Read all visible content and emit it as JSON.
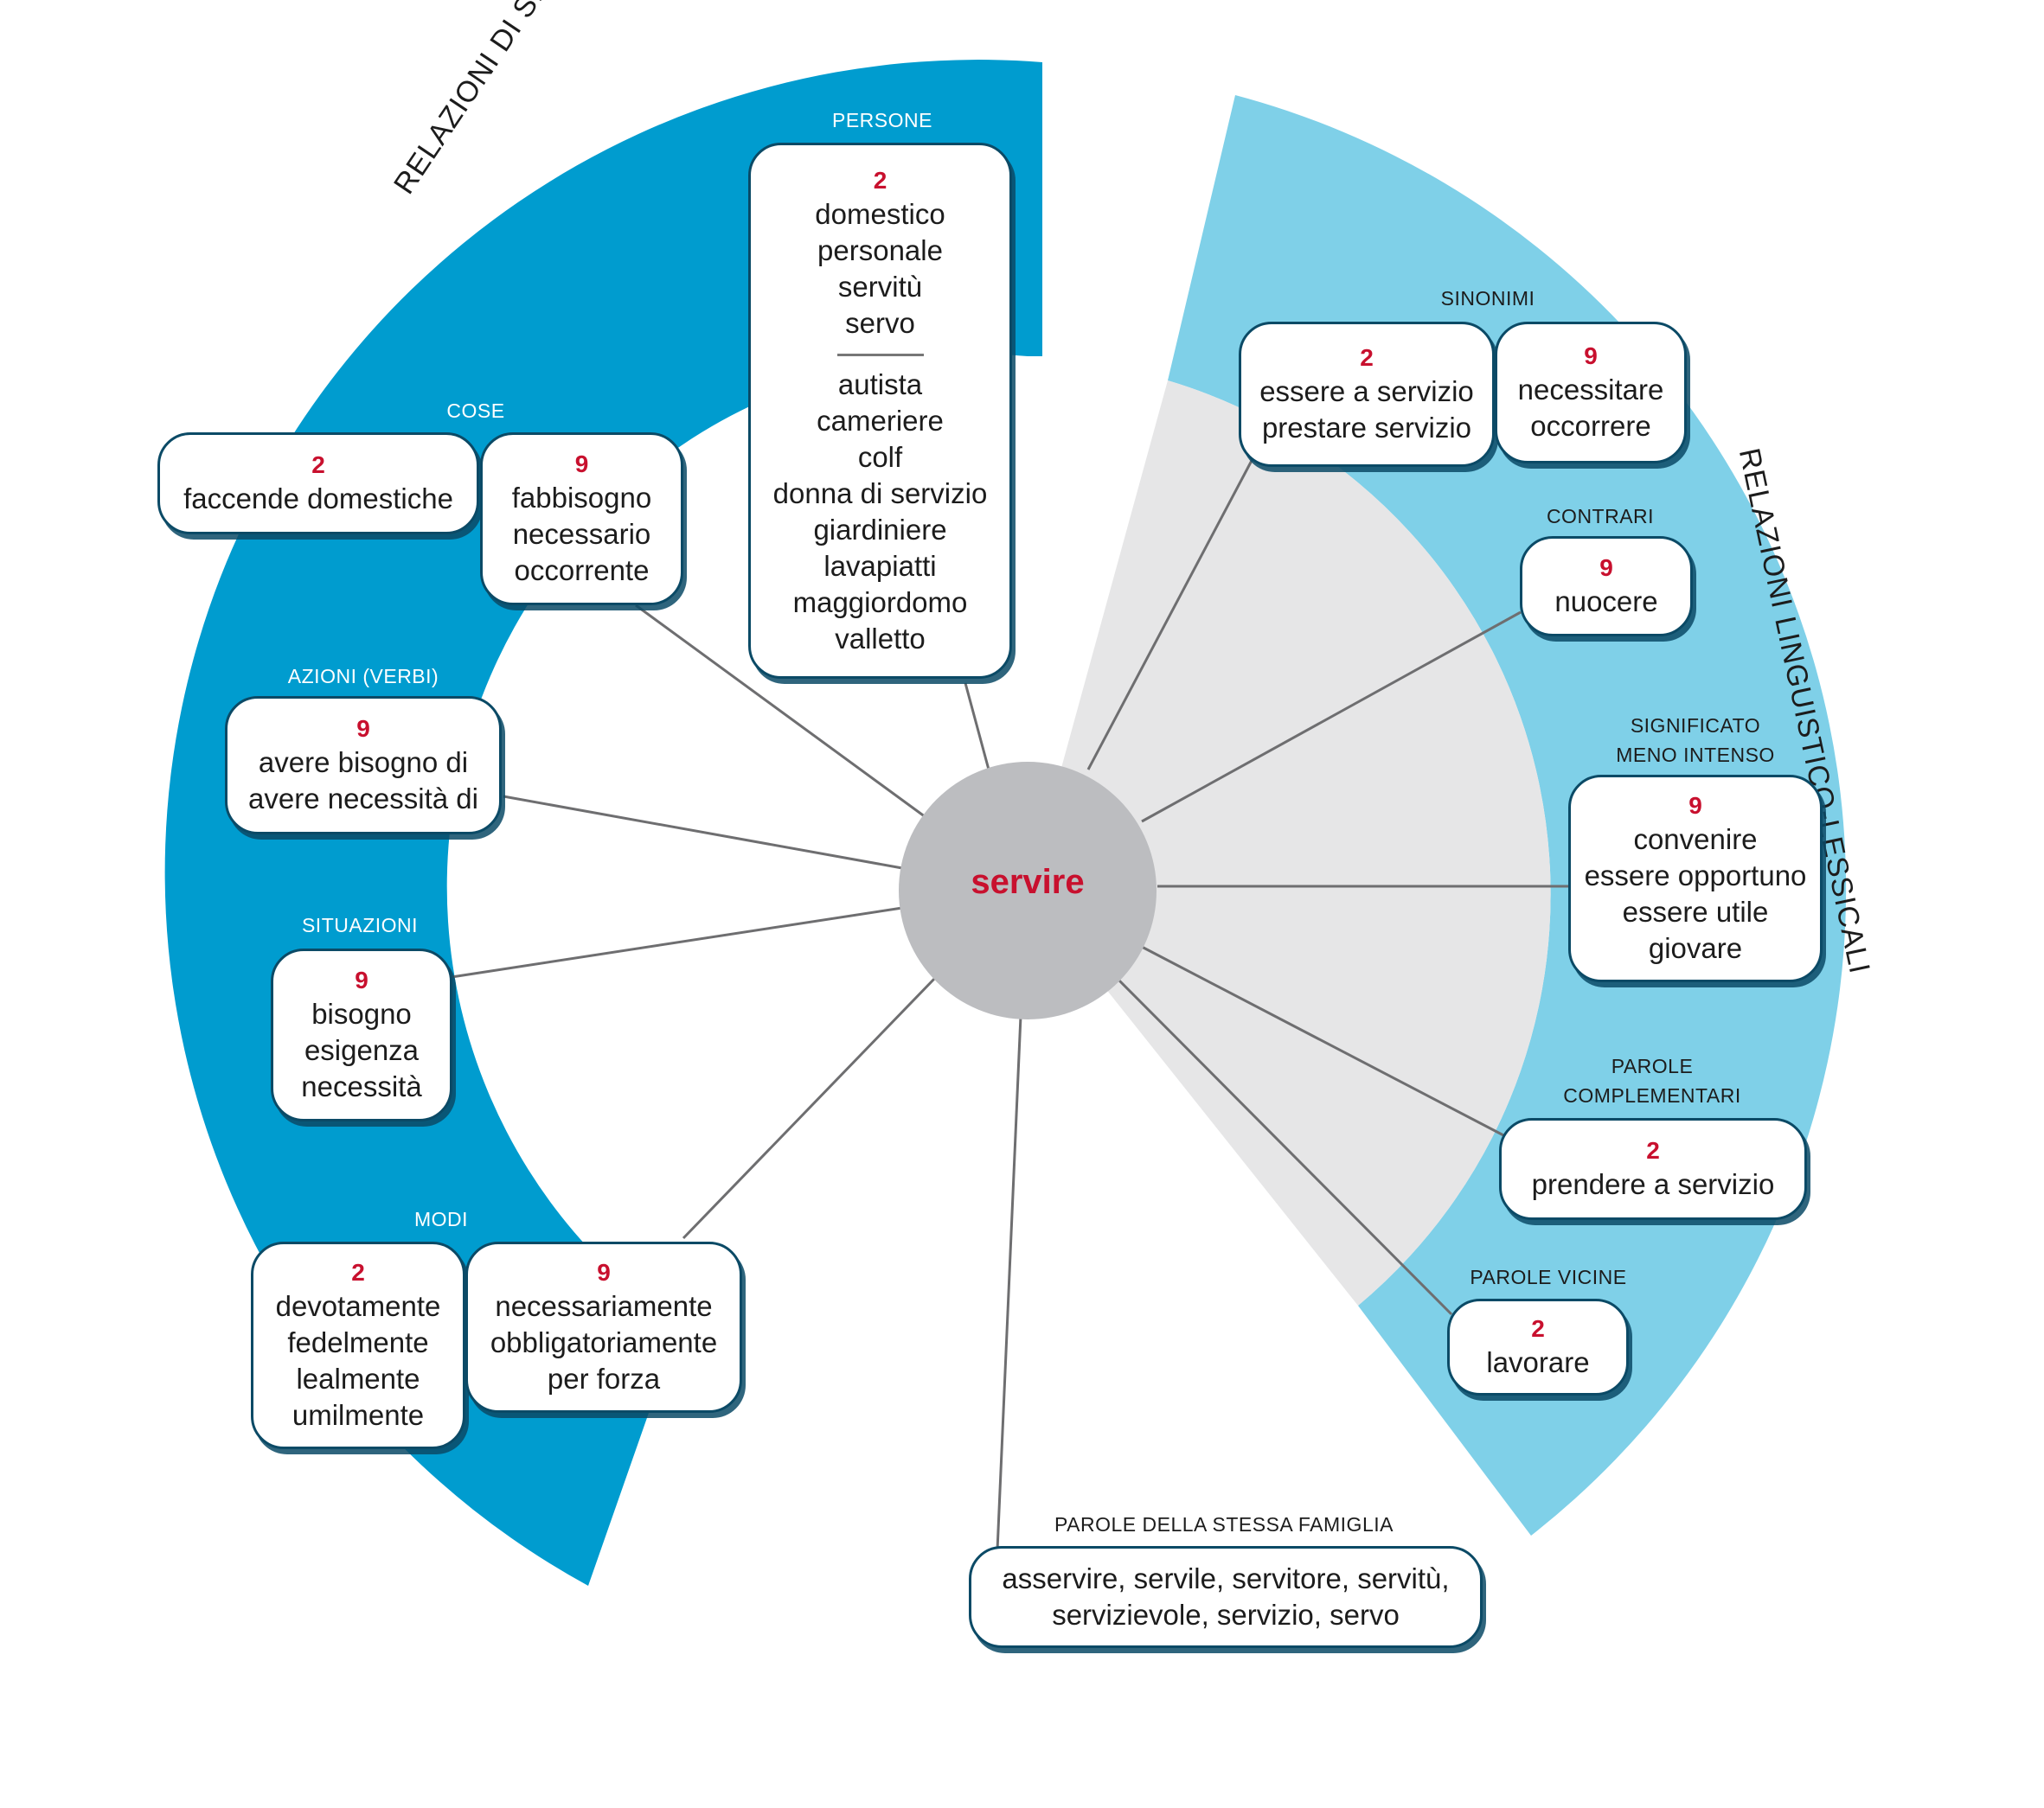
{
  "center": {
    "label": "servire"
  },
  "titles": {
    "left": "RELAZIONI DI SIGNIFICATO",
    "right": "RELAZIONI LINGUISTICO-LESSICALI"
  },
  "colors": {
    "dark_blue": "#009ccf",
    "light_blue": "#7fd0e8",
    "grey_sector": "#e6e6e7",
    "center_circle": "#bcbdc0",
    "accent_red": "#c8102e",
    "box_border": "#0b4a66"
  },
  "categories": {
    "persone": "PERSONE",
    "cose": "COSE",
    "azioni": "AZIONI (VERBI)",
    "situazioni": "SITUAZIONI",
    "modi": "MODI",
    "sinonimi": "SINONIMI",
    "contrari": "CONTRARI",
    "meno_intenso": [
      "SIGNIFICATO",
      "MENO INTENSO"
    ],
    "complementari": [
      "PAROLE",
      "COMPLEMENTARI"
    ],
    "vicine": "PAROLE VICINE",
    "famiglia": "PAROLE DELLA STESSA FAMIGLIA"
  },
  "boxes": {
    "persone": {
      "num": "2",
      "words_a": [
        "domestico",
        "personale",
        "servitù",
        "servo"
      ],
      "words_b": [
        "autista",
        "cameriere",
        "colf",
        "donna di servizio",
        "giardiniere",
        "lavapiatti",
        "maggiordomo",
        "valletto"
      ]
    },
    "cose_2": {
      "num": "2",
      "words": [
        "faccende domestiche"
      ]
    },
    "cose_9": {
      "num": "9",
      "words": [
        "fabbisogno",
        "necessario",
        "occorrente"
      ]
    },
    "azioni_9": {
      "num": "9",
      "words": [
        "avere bisogno di",
        "avere necessità di"
      ]
    },
    "situazioni_9": {
      "num": "9",
      "words": [
        "bisogno",
        "esigenza",
        "necessità"
      ]
    },
    "modi_2": {
      "num": "2",
      "words": [
        "devotamente",
        "fedelmente",
        "lealmente",
        "umilmente"
      ]
    },
    "modi_9": {
      "num": "9",
      "words": [
        "necessariamente",
        "obbligatoriamente",
        "per forza"
      ]
    },
    "sinonimi_2": {
      "num": "2",
      "words": [
        "essere a servizio",
        "prestare servizio"
      ]
    },
    "sinonimi_9": {
      "num": "9",
      "words": [
        "necessitare",
        "occorrere"
      ]
    },
    "contrari_9": {
      "num": "9",
      "words": [
        "nuocere"
      ]
    },
    "meno_intenso_9": {
      "num": "9",
      "words": [
        "convenire",
        "essere opportuno",
        "essere utile",
        "giovare"
      ]
    },
    "complementari_2": {
      "num": "2",
      "words": [
        "prendere a servizio"
      ]
    },
    "vicine_2": {
      "num": "2",
      "words": [
        "lavorare"
      ]
    },
    "famiglia": {
      "words": [
        "asservire, servile, servitore, servitù,",
        "servizievole, servizio, servo"
      ]
    }
  }
}
